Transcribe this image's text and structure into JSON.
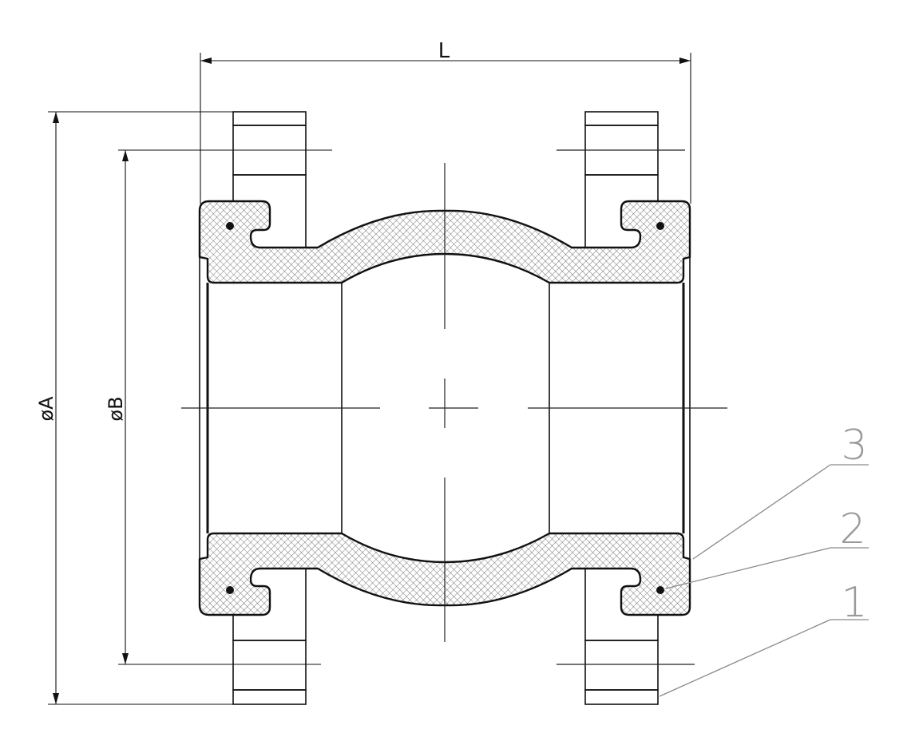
{
  "dimensions": {
    "length_label": "L",
    "outer_diameter_label": "øA",
    "bolt_circle_label": "øB"
  },
  "callouts": [
    "3",
    "2",
    "1"
  ]
}
